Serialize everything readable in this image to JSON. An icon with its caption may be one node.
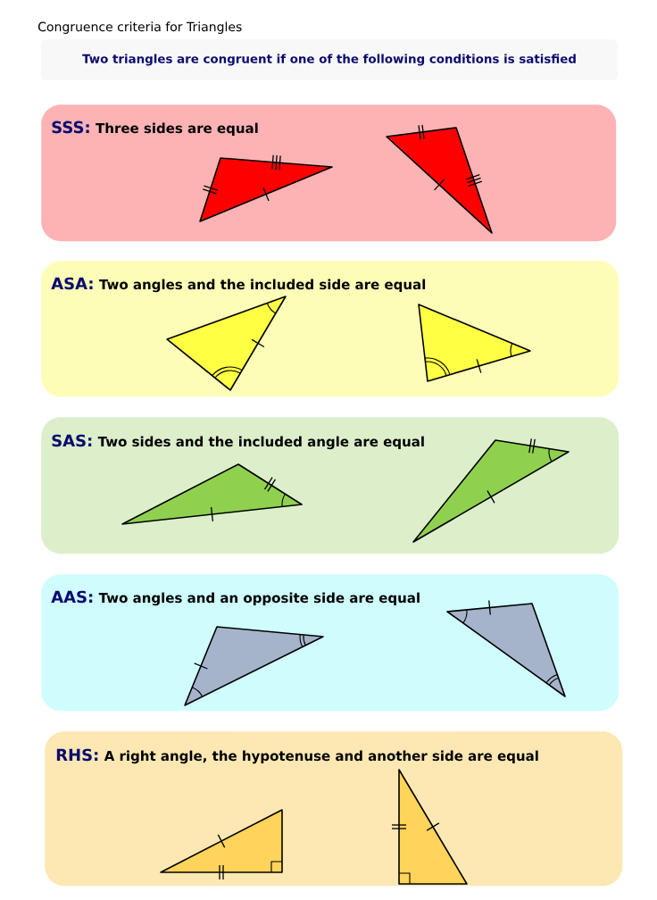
{
  "diagram": {
    "title": "Congruence criteria for Triangles",
    "nodes": [
      {
        "text": [
          "Two triangles are congruent if one of the following conditions is satisfied"
        ]
      },
      {
        "text": [
          "SSS:",
          "Three sides are equal"
        ]
      },
      {
        "text": [
          "ASA:",
          "Two angles and the included side are equal"
        ]
      },
      {
        "text": [
          "SAS:",
          "Two sides and the included angle are equal"
        ]
      },
      {
        "text": [
          "AAS:",
          "Two angles and an opposite side are equal"
        ]
      },
      {
        "text": [
          "RHS:",
          "A right angle, the hypotenuse and another side are equal"
        ]
      }
    ]
  }
}
